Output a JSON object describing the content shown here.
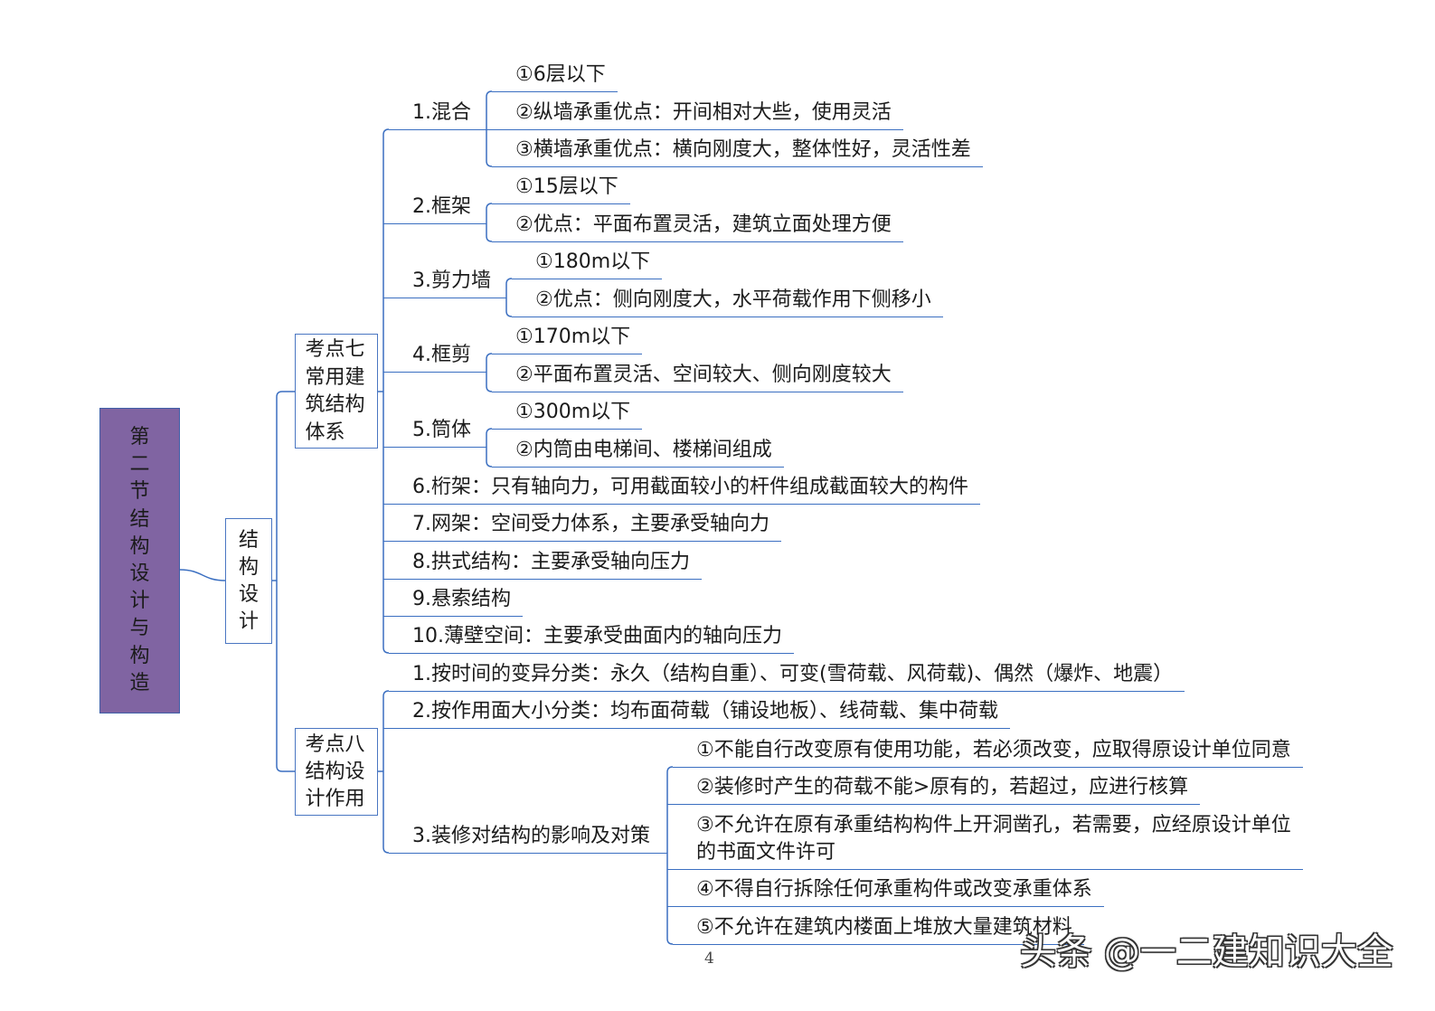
{
  "root": {
    "label": "第二节结构设计与构造"
  },
  "branch": {
    "label": "结构设计"
  },
  "topic7": {
    "title_lines": [
      "考点七",
      "常用建",
      "筑结构",
      "体系"
    ],
    "items": [
      {
        "label": "1.混合",
        "children": [
          "①6层以下",
          "②纵墙承重优点：开间相对大些，使用灵活",
          "③横墙承重优点：横向刚度大，整体性好，灵活性差"
        ]
      },
      {
        "label": "2.框架",
        "children": [
          "①15层以下",
          "②优点：平面布置灵活，建筑立面处理方便"
        ]
      },
      {
        "label": "3.剪力墙",
        "children": [
          "①180m以下",
          "②优点：侧向刚度大，水平荷载作用下侧移小"
        ]
      },
      {
        "label": "4.框剪",
        "children": [
          "①170m以下",
          "②平面布置灵活、空间较大、侧向刚度较大"
        ]
      },
      {
        "label": "5.筒体",
        "children": [
          "①300m以下",
          "②内筒由电梯间、楼梯间组成"
        ]
      },
      {
        "label": "6.桁架：只有轴向力，可用截面较小的杆件组成截面较大的构件"
      },
      {
        "label": "7.网架：空间受力体系，主要承受轴向力"
      },
      {
        "label": "8.拱式结构：主要承受轴向压力"
      },
      {
        "label": "9.悬索结构"
      },
      {
        "label": "10.薄壁空间：主要承受曲面内的轴向压力"
      }
    ]
  },
  "topic8": {
    "title_lines": [
      "考点八",
      "结构设",
      "计作用"
    ],
    "items": [
      {
        "label": "1.按时间的变异分类：永久（结构自重）、可变(雪荷载、风荷载)、偶然（爆炸、地震）"
      },
      {
        "label": "2.按作用面大小分类：均布面荷载（铺设地板）、线荷载、集中荷载"
      },
      {
        "label": "3.装修对结构的影响及对策",
        "children": [
          "①不能自行改变原有使用功能，若必须改变，应取得原设计单位同意",
          "②装修时产生的荷载不能>原有的，若超过，应进行核算",
          [
            "③不允许在原有承重结构构件上开洞凿孔，若需要，应经原设计单位",
            "的书面文件许可"
          ],
          "④不得自行拆除任何承重构件或改变承重体系",
          "⑤不允许在建筑内楼面上堆放大量建筑材料"
        ]
      }
    ]
  },
  "page_number": "4",
  "watermark": "头条 @一二建知识大全",
  "colors": {
    "line": "#3b6fc1",
    "root_fill": "#8064a2",
    "root_border": "#3f5fa8",
    "box_border": "#4a76c2",
    "text": "#1b1b1b"
  }
}
